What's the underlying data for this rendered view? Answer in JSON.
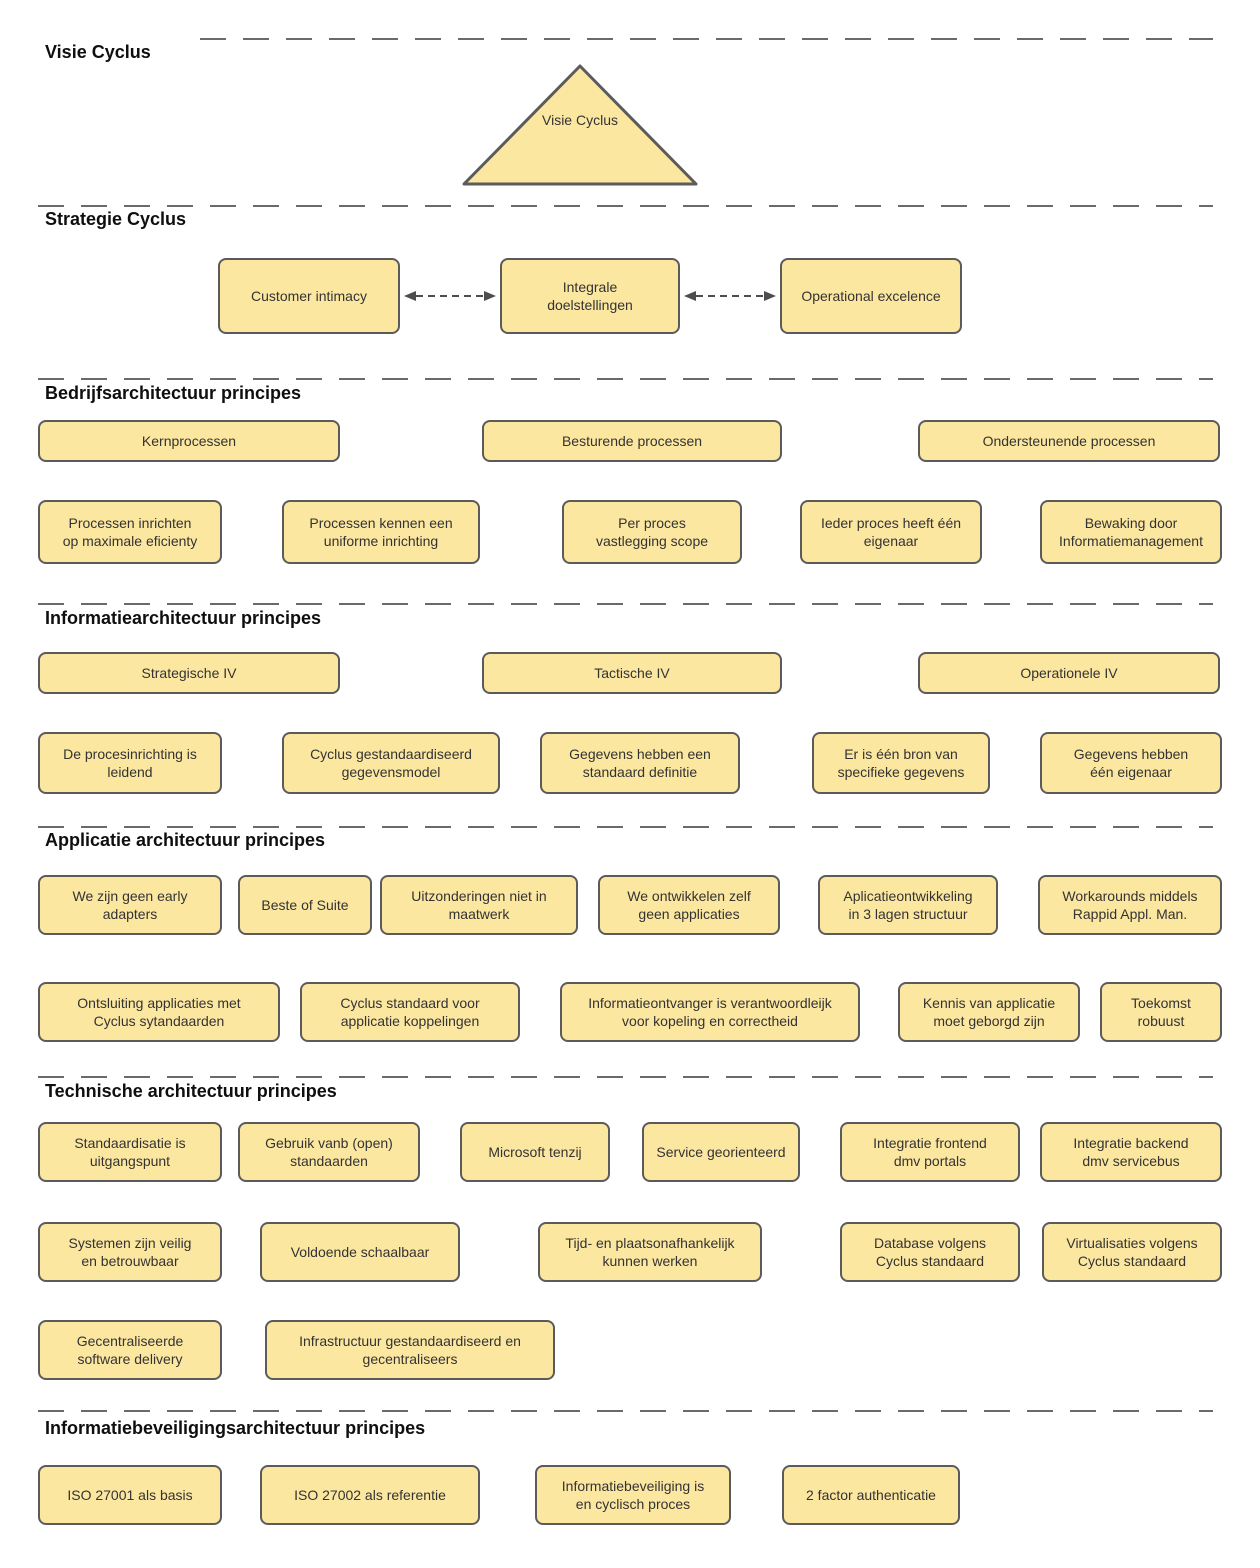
{
  "colors": {
    "box_fill": "#FCE7A1",
    "box_border": "#5B5B5B",
    "separator": "#6A6A6A",
    "box_text": "#333333",
    "heading_text": "#0F0F0F",
    "arrow": "#4D4D4D",
    "background": "#FFFFFF"
  },
  "sections": {
    "visie": {
      "heading": "Visie Cyclus",
      "triangle_label": "Visie Cyclus"
    },
    "strategie": {
      "heading": "Strategie Cyclus",
      "boxes": [
        "Customer intimacy",
        "Integrale\ndoelstellingen",
        "Operational excelence"
      ]
    },
    "bedrijfsarchitectuur": {
      "heading": "Bedrijfsarchitectuur principes",
      "categories": [
        "Kernprocessen",
        "Besturende processen",
        "Ondersteunende processen"
      ],
      "principles": [
        "Processen inrichten\nop maximale eficienty",
        "Processen kennen een\nuniforme inrichting",
        "Per proces\nvastlegging scope",
        "Ieder proces heeft één\neigenaar",
        "Bewaking door\nInformatiemanagement"
      ]
    },
    "informatiearchitectuur": {
      "heading": "Informatiearchitectuur principes",
      "categories": [
        "Strategische IV",
        "Tactische IV",
        "Operationele IV"
      ],
      "principles": [
        "De procesinrichting is\nleidend",
        "Cyclus gestandaardiseerd\ngegevensmodel",
        "Gegevens hebben een\nstandaard definitie",
        "Er is één bron van\nspecifieke gegevens",
        "Gegevens hebben\néén eigenaar"
      ]
    },
    "applicatie": {
      "heading": "Applicatie architectuur principes",
      "row1": [
        "We zijn geen early\nadapters",
        "Beste of Suite",
        "Uitzonderingen niet in\nmaatwerk",
        "We ontwikkelen zelf\ngeen applicaties",
        "Aplicatieontwikkeling\nin 3 lagen structuur",
        "Workarounds middels\nRappid Appl. Man."
      ],
      "row2": [
        "Ontsluiting applicaties met\nCyclus sytandaarden",
        "Cyclus standaard voor\napplicatie koppelingen",
        "Informatieontvanger is verantwoordleijk\nvoor kopeling en correctheid",
        "Kennis van applicatie\nmoet geborgd zijn",
        "Toekomst\nrobuust"
      ]
    },
    "technisch": {
      "heading": "Technische architectuur principes",
      "row1": [
        "Standaardisatie is\nuitgangspunt",
        "Gebruik vanb (open)\nstandaarden",
        "Microsoft tenzij",
        "Service georienteerd",
        "Integratie frontend\ndmv portals",
        "Integratie backend\ndmv servicebus"
      ],
      "row2": [
        "Systemen zijn veilig\nen betrouwbaar",
        "Voldoende schaalbaar",
        "Tijd- en plaatsonafhankelijk\nkunnen werken",
        "Database volgens\nCyclus standaard",
        "Virtualisaties volgens\nCyclus standaard"
      ],
      "row3": [
        "Gecentraliseerde\nsoftware delivery",
        "Infrastructuur gestandaardiseerd en\ngecentraliseers"
      ]
    },
    "informatiebeveiliging": {
      "heading": "Informatiebeveiligingsarchitectuur principes",
      "row1": [
        "ISO 27001 als basis",
        "ISO 27002 als referentie",
        "Informatiebeveiliging is\nen cyclisch proces",
        "2 factor authenticatie"
      ]
    }
  }
}
